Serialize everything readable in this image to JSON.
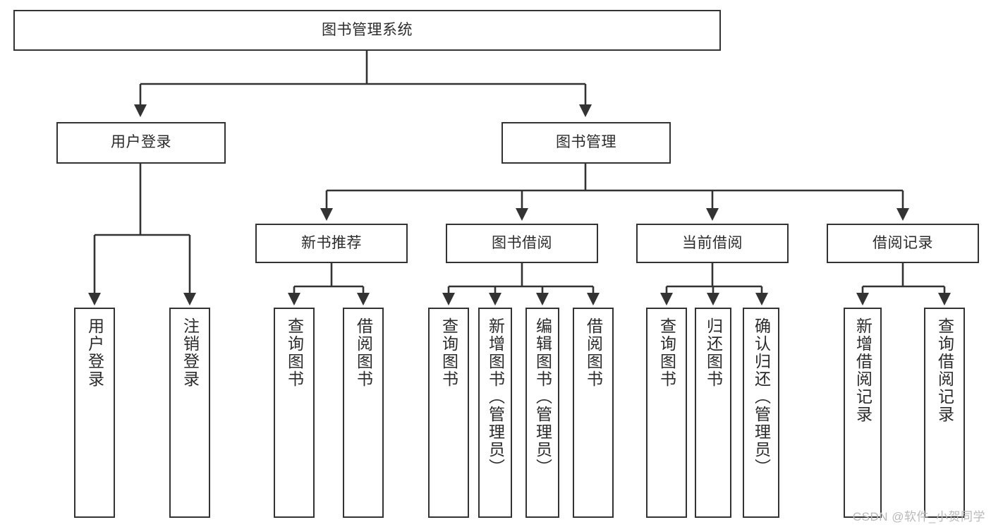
{
  "diagram": {
    "type": "hierarchy-tree",
    "title": "图书管理系统",
    "root": {
      "label": "图书管理系统"
    },
    "level1": [
      {
        "label": "用户登录"
      },
      {
        "label": "图书管理"
      }
    ],
    "level2": [
      {
        "label": "新书推荐"
      },
      {
        "label": "图书借阅"
      },
      {
        "label": "当前借阅"
      },
      {
        "label": "借阅记录"
      }
    ],
    "leaves": {
      "user_login": [
        {
          "label": "用户登录"
        },
        {
          "label": "注销登录"
        }
      ],
      "new_book_recommend": [
        {
          "label": "查询图书"
        },
        {
          "label": "借阅图书"
        }
      ],
      "book_borrow": [
        {
          "label": "查询图书"
        },
        {
          "label": "新增图书（管理员）"
        },
        {
          "label": "编辑图书（管理员）"
        },
        {
          "label": "借阅图书"
        }
      ],
      "current_borrow": [
        {
          "label": "查询图书"
        },
        {
          "label": "归还图书"
        },
        {
          "label": "确认归还（管理员）"
        }
      ],
      "borrow_records": [
        {
          "label": "新增借阅记录"
        },
        {
          "label": "查询借阅记录"
        }
      ]
    }
  },
  "watermark": {
    "text": "CSDN @软件_小贺同学"
  },
  "colors": {
    "stroke": "#333333",
    "fill": "#ffffff",
    "text": "#2b2b2b",
    "watermark": "#b9b9b9"
  }
}
